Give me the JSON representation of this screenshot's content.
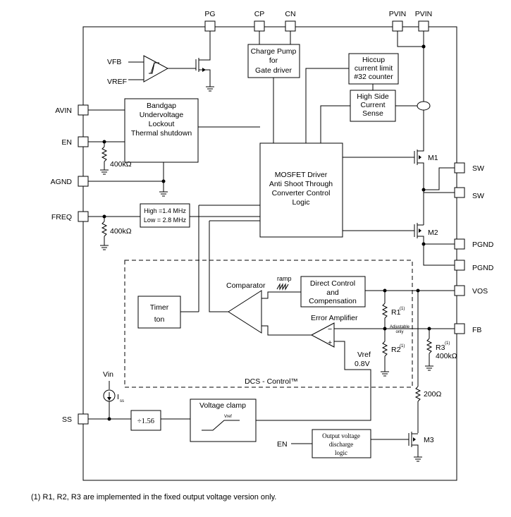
{
  "pins": {
    "pg": "PG",
    "cp": "CP",
    "cn": "CN",
    "pvin1": "PVIN",
    "pvin2": "PVIN",
    "avin": "AVIN",
    "en": "EN",
    "agnd": "AGND",
    "freq": "FREQ",
    "ss": "SS",
    "sw1": "SW",
    "sw2": "SW",
    "pgnd1": "PGND",
    "pgnd2": "PGND",
    "vos": "VOS",
    "fb": "FB"
  },
  "labels": {
    "vfb": "VFB",
    "vref": "VREF",
    "res_en": "400kΩ",
    "res_freq": "400kΩ",
    "m1": "M1",
    "m2": "M2",
    "m3": "M3",
    "ramp": "ramp",
    "comparator": "Comparator",
    "error_amp": "Error Amplifier",
    "r1": "R1",
    "r1_sup": "(1)",
    "r2": "R2",
    "r2_sup": "(1)",
    "r3": "R3",
    "r3_sup": "(1)",
    "r3_val": "400kΩ",
    "adjustable_1": "Adjustable",
    "adjustable_2": "only",
    "vref_amp_1": "Vref",
    "vref_amp_2": "0.8V",
    "dcs": "DCS - Control™",
    "vin": "Vin",
    "iss_main": "I",
    "iss_sub": "ss",
    "r200": "200Ω",
    "en_bottom": "EN",
    "vref_clamp": "Vref"
  },
  "blocks": {
    "charge_pump": [
      "Charge Pump",
      "for",
      "Gate driver"
    ],
    "hiccup": [
      "Hiccup",
      "current limit",
      "#32 counter"
    ],
    "hs_sense": [
      "High Side",
      "Current",
      "Sense"
    ],
    "bandgap": [
      "Bandgap",
      "Undervoltage",
      "Lockout",
      "Thermal shutdown"
    ],
    "mosfet_driver": [
      "MOSFET Driver",
      "Anti Shoot Through",
      "Converter Control",
      "Logic"
    ],
    "freq_sel": [
      "High =1.4 MHz",
      "Low = 2.8 MHz"
    ],
    "timer": [
      "Timer",
      "ton"
    ],
    "direct_control": [
      "Direct Control",
      "and",
      "Compensation"
    ],
    "div": "÷1.56",
    "voltage_clamp": "Voltage clamp",
    "discharge": [
      "Output voltage",
      "discharge",
      "logic"
    ]
  },
  "footnote": "(1)   R1, R2, R3 are implemented in the fixed output voltage version only."
}
